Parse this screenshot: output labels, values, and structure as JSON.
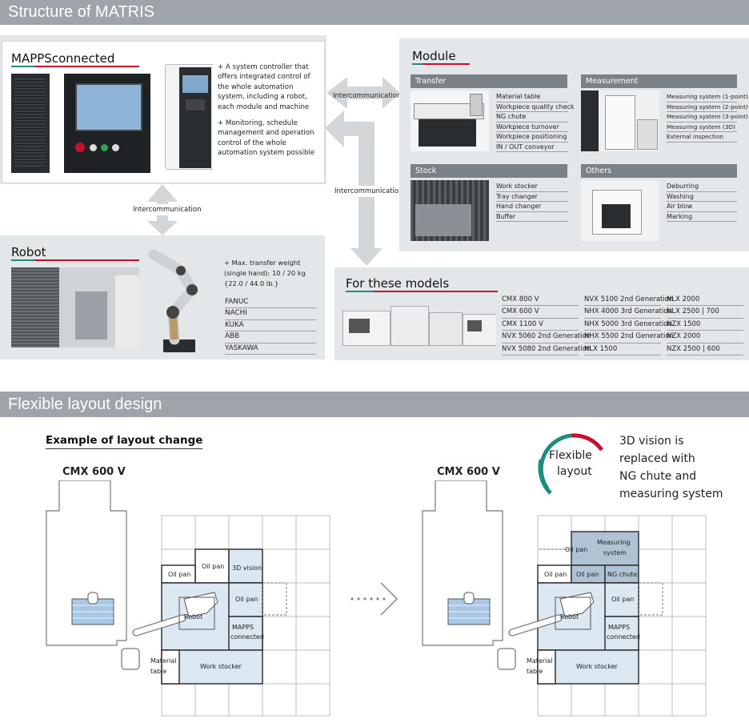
{
  "section1": {
    "title": "Structure of MATRIS"
  },
  "section2": {
    "title": "Flexible layout design"
  },
  "mapps": {
    "title": "MAPPSconnected",
    "bullets": [
      "+ A system controller that offers integrated control of the whole automation system, including a robot, each module and machine",
      "+ Monitoring, schedule management and operation control of the whole automation system possible"
    ]
  },
  "robot": {
    "title": "Robot",
    "weight": "+ Max. transfer weight (single hand): 10 / 20 kg {22.0 / 44.0 lb.}",
    "brands": [
      "FANUC",
      "NACHI",
      "KUKA",
      "ABB",
      "YASKAWA"
    ]
  },
  "comm_labels": {
    "a": "Intercommunication",
    "b": "Intercommunication",
    "c": "Intercommunication"
  },
  "module": {
    "title": "Module",
    "transfer": {
      "title": "Transfer",
      "items": [
        "Material table",
        "Workpiece quality check",
        "NG chute",
        "Workpiece turnover",
        "Workpiece positioning",
        "IN / OUT conveyor"
      ]
    },
    "measurement": {
      "title": "Measurement",
      "items": [
        "Measuring system (1-point)",
        "Measuring system (2-point)",
        "Measuring system (3-point)",
        "Measuring system (3D)",
        "External inspection"
      ]
    },
    "stock": {
      "title": "Stock",
      "items": [
        "Work stocker",
        "Tray changer",
        "Hand changer",
        "Buffer"
      ]
    },
    "others": {
      "title": "Others",
      "items": [
        "Deburring",
        "Washing",
        "Air blow",
        "Marking"
      ]
    }
  },
  "models": {
    "title": "For these models",
    "col1": [
      "CMX 800 V",
      "CMX 600 V",
      "CMX 1100 V",
      "NVX 5060 2nd Generation",
      "NVX 5080 2nd Generation"
    ],
    "col2": [
      "NVX 5100 2nd Generation",
      "NHX 4000 3rd Generation",
      "NHX 5000 3rd Generation",
      "NHX 5500 2nd Generation",
      "NLX 1500"
    ],
    "col3": [
      "NLX 2000",
      "NLX 2500 | 700",
      "NZX 1500",
      "NZX 2000",
      "NZX 2500 | 600"
    ]
  },
  "layout": {
    "example_title": "Example of layout change",
    "machine_left": "CMX 600 V",
    "machine_right": "CMX 600 V",
    "flex_label_1": "Flexible",
    "flex_label_2": "layout",
    "caption": [
      "3D vision is",
      "replaced with",
      "NG chute and",
      "measuring system"
    ],
    "left": {
      "oil_pan_1": "Oil pan",
      "oil_pan_2": "Oil pan",
      "vision": "3D vision",
      "oil_pan_3": "Oil pan",
      "robot": "Robot",
      "mapps_1": "MAPPS",
      "mapps_2": "connected",
      "material_1": "Material",
      "material_2": "table",
      "stocker": "Work stocker"
    },
    "right": {
      "oil_pan_a": "Oil pan",
      "measuring_1": "Measuring",
      "measuring_2": "system",
      "oil_pan_b": "Oil pan",
      "oil_pan_c": "Oil pan",
      "ng": "NG chute",
      "oil_pan_d": "Oil pan",
      "robot": "Robot",
      "mapps_1": "MAPPS",
      "mapps_2": "connected",
      "material_1": "Material",
      "material_2": "table",
      "stocker": "Work stocker"
    }
  },
  "colors": {
    "band": "#9ea4a9",
    "panel": "#e4e7e9",
    "subheader": "#7a8288",
    "accent_red": "#c8102e",
    "accent_teal": "#1e8c7e",
    "cell": "#dbe7f1"
  }
}
